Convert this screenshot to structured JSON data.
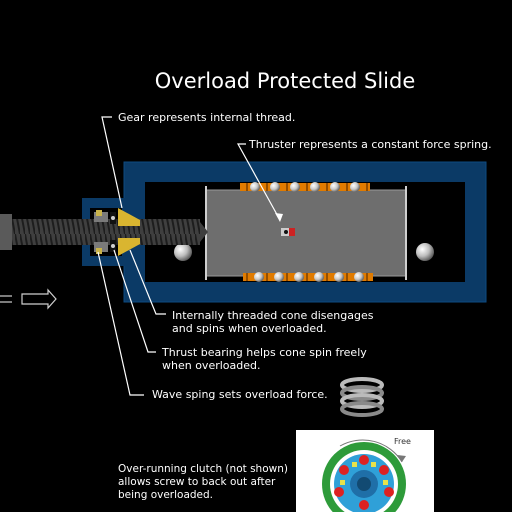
{
  "title": "Overload Protected Slide",
  "annotations": {
    "gear": "Gear represents internal thread.",
    "thruster": "Thruster represents a constant force spring.",
    "cone_line1": "Internally threaded cone disengages",
    "cone_line2": "and spins when overloaded.",
    "bearing_line1": "Thrust bearing helps cone spin freely",
    "bearing_line2": "when overloaded.",
    "wave_spring": "Wave sping sets overload force.",
    "clutch_line1": "Over-running clutch (not shown)",
    "clutch_line2": "allows screw to back out after",
    "clutch_line3": "being overloaded."
  },
  "clutch_figure": {
    "label": "Free"
  },
  "colors": {
    "background": "#000000",
    "housing": "#0b3a66",
    "carriage": "#6e6e6e",
    "screw": "#4a4a4a",
    "cone": "#d9b530",
    "spring": "#e07b00",
    "bearing_balls": "#d0d0d0",
    "clutch_ring": "#33aa33",
    "clutch_rollers": "#dd2222"
  },
  "icons": [
    "wave-spring-icon",
    "overrunning-clutch-icon",
    "direction-arrow-icon"
  ]
}
